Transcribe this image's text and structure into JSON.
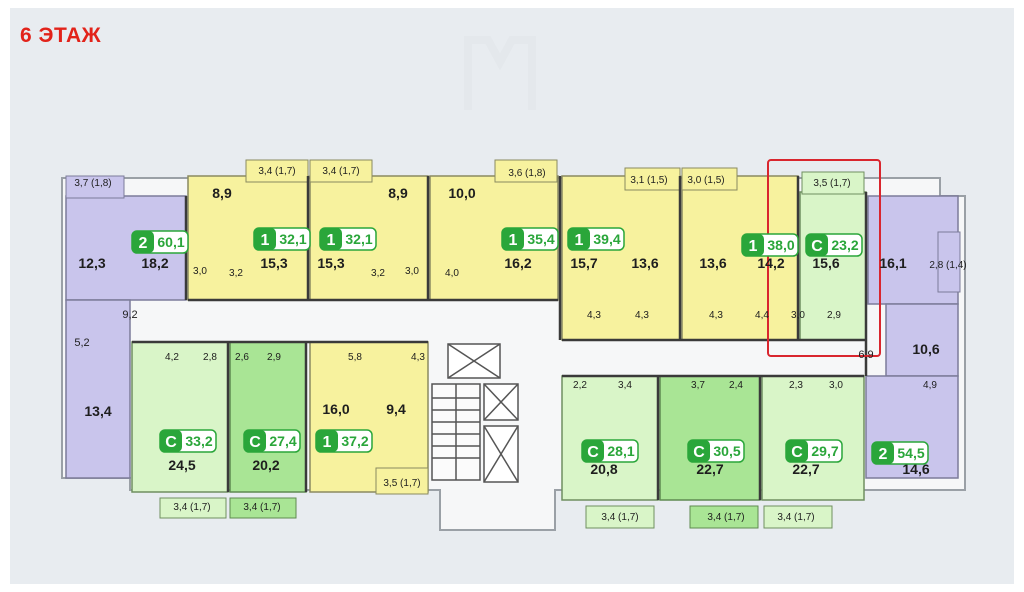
{
  "floor_title": "6 ЭТАЖ",
  "colors": {
    "canvas": "#e8ecf0",
    "purple": "#c9c5ec",
    "yellow": "#f7f29e",
    "lightgreen": "#d9f5c8",
    "green": "#a9e595",
    "corridor": "#f6f7f8",
    "badge_green": "#2aa63a",
    "highlight": "#d9262e",
    "title": "#e2231a"
  },
  "apartments": [
    {
      "id": "a1",
      "rooms": "2",
      "area": "60,1",
      "color": "purple"
    },
    {
      "id": "a2",
      "rooms": "1",
      "area": "32,1",
      "color": "yellow"
    },
    {
      "id": "a3",
      "rooms": "1",
      "area": "32,1",
      "color": "yellow"
    },
    {
      "id": "a4",
      "rooms": "1",
      "area": "35,4",
      "color": "yellow"
    },
    {
      "id": "a5",
      "rooms": "1",
      "area": "39,4",
      "color": "yellow"
    },
    {
      "id": "a6",
      "rooms": "1",
      "area": "38,0",
      "color": "yellow"
    },
    {
      "id": "a7",
      "rooms": "С",
      "area": "23,2",
      "color": "lightgreen",
      "highlighted": true
    },
    {
      "id": "a8",
      "rooms": "С",
      "area": "33,2",
      "color": "lightgreen"
    },
    {
      "id": "a9",
      "rooms": "С",
      "area": "27,4",
      "color": "green"
    },
    {
      "id": "a10",
      "rooms": "1",
      "area": "37,2",
      "color": "yellow"
    },
    {
      "id": "a11",
      "rooms": "С",
      "area": "28,1",
      "color": "lightgreen"
    },
    {
      "id": "a12",
      "rooms": "С",
      "area": "30,5",
      "color": "green"
    },
    {
      "id": "a13",
      "rooms": "С",
      "area": "29,7",
      "color": "lightgreen"
    },
    {
      "id": "a14",
      "rooms": "2",
      "area": "54,5",
      "color": "purple"
    }
  ],
  "room_labels": [
    "3,7 (1,8)",
    "12,3",
    "18,2",
    "9,2",
    "5,2",
    "13,4",
    "8,9",
    "3,4 (1,7)",
    "15,3",
    "3,0",
    "3,2",
    "3,4 (1,7)",
    "15,3",
    "8,9",
    "3,2",
    "3,0",
    "10,0",
    "4,0",
    "3,6 (1,8)",
    "16,2",
    "15,7",
    "3,1 (1,5)",
    "13,6",
    "4,3",
    "4,3",
    "3,0 (1,5)",
    "13,6",
    "14,2",
    "4,3",
    "4,4",
    "3,5 (1,7)",
    "15,6",
    "3,0",
    "2,9",
    "16,1",
    "2,8 (1,4)",
    "10,6",
    "6,9",
    "4,9",
    "14,6",
    "4,2",
    "2,8",
    "24,5",
    "3,4 (1,7)",
    "2,6",
    "2,9",
    "20,2",
    "3,4 (1,7)",
    "5,8",
    "4,3",
    "16,0",
    "9,4",
    "3,5 (1,7)",
    "2,2",
    "3,4",
    "20,8",
    "3,4 (1,7)",
    "3,7",
    "2,4",
    "22,7",
    "3,4 (1,7)",
    "2,3",
    "3,0",
    "22,7",
    "3,4 (1,7)"
  ]
}
